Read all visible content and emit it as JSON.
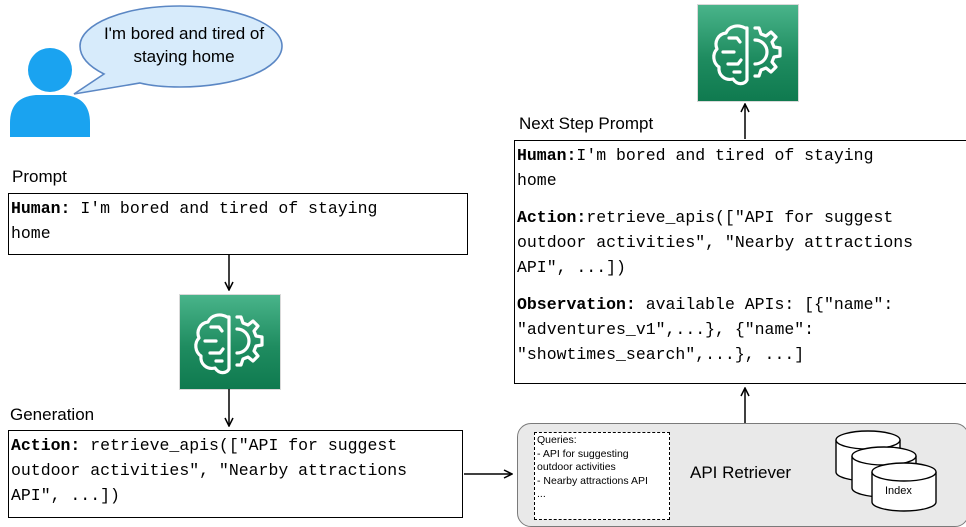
{
  "speech_bubble": {
    "line1": "I'm bored and tired of",
    "line2": "staying home"
  },
  "prompt_section": {
    "label": "Prompt",
    "human_key": "Human:",
    "line1_rest": " I'm bored and tired of staying",
    "line2": "home"
  },
  "generation_section": {
    "label": "Generation",
    "action_key": "Action:",
    "line1_rest": " retrieve_apis([\"API for suggest",
    "line2": "outdoor activities\", \"Nearby attractions",
    "line3": "API\", ...])"
  },
  "next_step_section": {
    "label": "Next Step Prompt",
    "human_key": "Human:",
    "human_line1_rest": "I'm bored and tired of staying",
    "human_line2": "home",
    "action_key": "Action:",
    "action_line1_rest": "retrieve_apis([\"API for suggest",
    "action_line2": "outdoor activities\", \"Nearby attractions",
    "action_line3": "API\", ...])",
    "observation_key": "Observation:",
    "observation_line1_rest": " available APIs: [{\"name\":",
    "observation_line2": "\"adventures_v1\",...}, {\"name\":",
    "observation_line3": "\"showtimes_search\",...}, ...]"
  },
  "retriever": {
    "label": "API Retriever",
    "queries": [
      "Queries:",
      "- API for suggesting",
      "outdoor activities",
      "- Nearby attractions API",
      "..."
    ],
    "index_label": "Index"
  },
  "icons": {
    "user": "user-avatar-icon",
    "model": "brain-gear-icon"
  },
  "colors": {
    "user_blue": "#1aa3f0",
    "bubble_fill": "#d7ebfb",
    "bubble_stroke": "#5b87c4",
    "tile_green": "#1f8c60",
    "retriever_fill": "#e9e9e9"
  }
}
